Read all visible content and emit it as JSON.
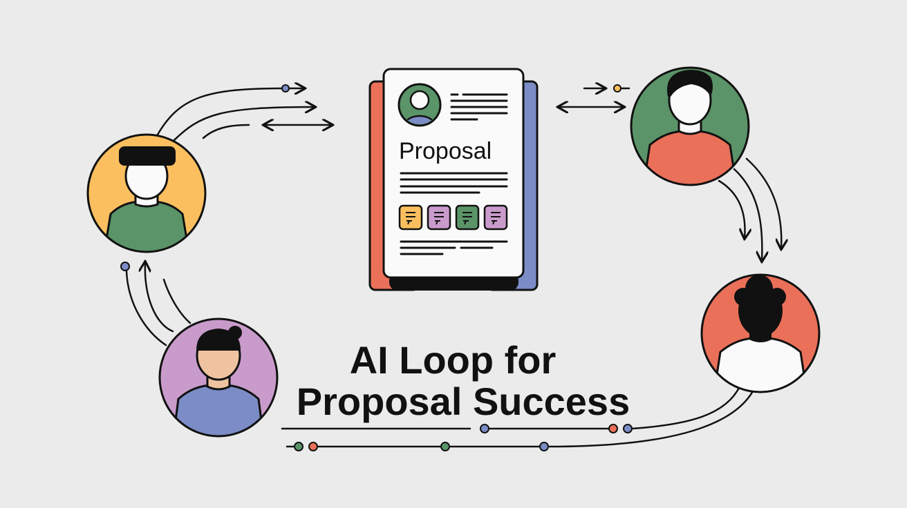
{
  "title": {
    "line1": "AI Loop for",
    "line2": "Proposal Success"
  },
  "document": {
    "heading": "Proposal",
    "icon": "document-icon"
  },
  "colors": {
    "background": "#ebebeb",
    "yellow": "#fbbf5f",
    "green": "#5a9468",
    "coral": "#ea7059",
    "purple": "#c99bcb",
    "blue": "#7c8cc6",
    "skin": "#f0c3a0"
  },
  "people": [
    {
      "name": "person-yellow",
      "icon": "person-icon"
    },
    {
      "name": "person-green",
      "icon": "person-icon"
    },
    {
      "name": "person-coral",
      "icon": "person-icon"
    },
    {
      "name": "person-purple",
      "icon": "person-icon"
    }
  ]
}
